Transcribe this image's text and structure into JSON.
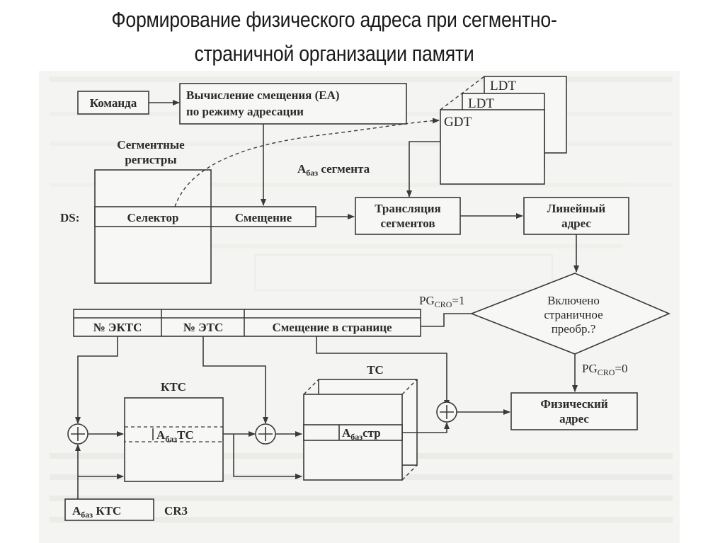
{
  "title": {
    "line1": "Формирование физического адреса при сегментно-",
    "line2": "страничной организации памяти"
  },
  "diagram": {
    "command": "Команда",
    "ea_calc": {
      "line1": "Вычисление смещения (EA)",
      "line2": "по режиму адресации"
    },
    "tables": {
      "ldt_back": "LDT",
      "ldt_front": "LDT",
      "gdt": "GDT"
    },
    "segment_registers": {
      "line1": "Сегментные",
      "line2": "регистры"
    },
    "ds_label": "DS:",
    "selector": "Селектор",
    "offset": "Смещение",
    "segment_base": {
      "main": "A",
      "sub": "баз",
      "rest": " сегмента"
    },
    "segment_translation": {
      "line1": "Трансляция",
      "line2": "сегментов"
    },
    "linear_address": {
      "line1": "Линейный",
      "line2": "адрес"
    },
    "paging_check": {
      "line1": "Включено",
      "line2": "страничное",
      "line3": "преобр.?"
    },
    "pg_on": {
      "main": "PG",
      "sub": "CRO",
      "rest": "=1"
    },
    "pg_off": {
      "main": "PG",
      "sub": "CRO",
      "rest": "=0"
    },
    "linear_fields": {
      "dir": "№ ЭКТС",
      "table": "№ ЭТС",
      "page_offset": "Смещение в странице"
    },
    "ktc_label": "КТС",
    "ktc_entry": {
      "main": "A",
      "sub": "баз",
      "rest": "ТС"
    },
    "tc_label": "ТС",
    "tc_entry": {
      "main": "A",
      "sub": "баз",
      "rest": "стр"
    },
    "physical_address": {
      "line1": "Физический",
      "line2": "адрес"
    },
    "ktc_base": {
      "main": "A",
      "sub": "баз",
      "rest": " КТС"
    },
    "cr3": "CR3",
    "adder_symbol": "+"
  }
}
